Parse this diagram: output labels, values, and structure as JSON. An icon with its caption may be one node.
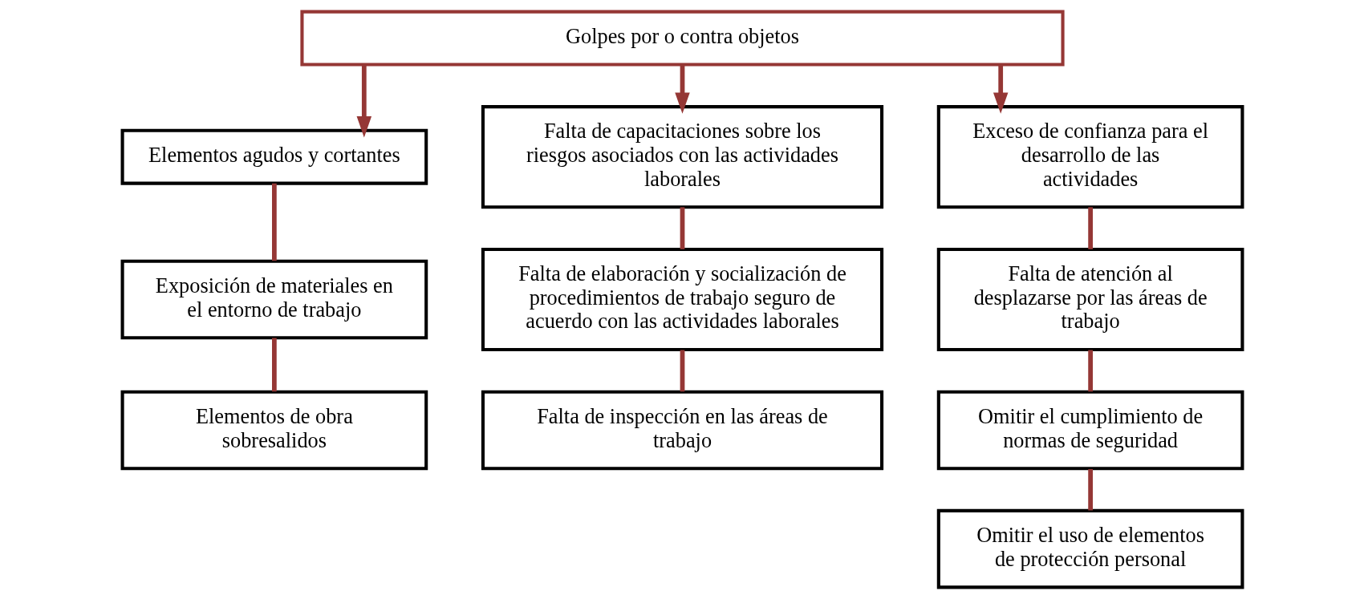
{
  "diagram": {
    "nodes": [
      {
        "text": [
          "Golpes por o contra objetos"
        ]
      },
      {
        "text": [
          "Elementos agudos y cortantes"
        ]
      },
      {
        "text": [
          "Falta de capacitaciones sobre los riesgos asociados con las actividades laborales"
        ]
      },
      {
        "text": [
          "Exceso de confianza para el desarrollo de las actividades"
        ]
      },
      {
        "text": [
          "Exposición de materiales en el entorno de trabajo"
        ]
      },
      {
        "text": [
          "Falta de elaboración y socialización de procedimientos de trabajo seguro de acuerdo con las actividades laborales"
        ]
      },
      {
        "text": [
          "Falta de atención al desplazarse por las áreas de trabajo"
        ]
      },
      {
        "text": [
          "Elementos de obra sobresalidos"
        ]
      },
      {
        "text": [
          "Falta de inspección en las áreas de trabajo"
        ]
      },
      {
        "text": [
          "Omitir el cumplimiento de normas de seguridad"
        ]
      },
      {
        "text": [
          "Omitir el uso de elementos de protección personal"
        ]
      }
    ],
    "edges": [
      {
        "from": 0,
        "to": 1,
        "arrow": "to"
      },
      {
        "from": 0,
        "to": 2,
        "arrow": "to"
      },
      {
        "from": 0,
        "to": 3,
        "arrow": "to"
      },
      {
        "from": 1,
        "to": 4,
        "arrow": "none"
      },
      {
        "from": 4,
        "to": 7,
        "arrow": "none"
      },
      {
        "from": 2,
        "to": 5,
        "arrow": "none"
      },
      {
        "from": 5,
        "to": 8,
        "arrow": "none"
      },
      {
        "from": 3,
        "to": 6,
        "arrow": "none"
      },
      {
        "from": 6,
        "to": 9,
        "arrow": "none"
      },
      {
        "from": 9,
        "to": 10,
        "arrow": "none"
      }
    ]
  }
}
